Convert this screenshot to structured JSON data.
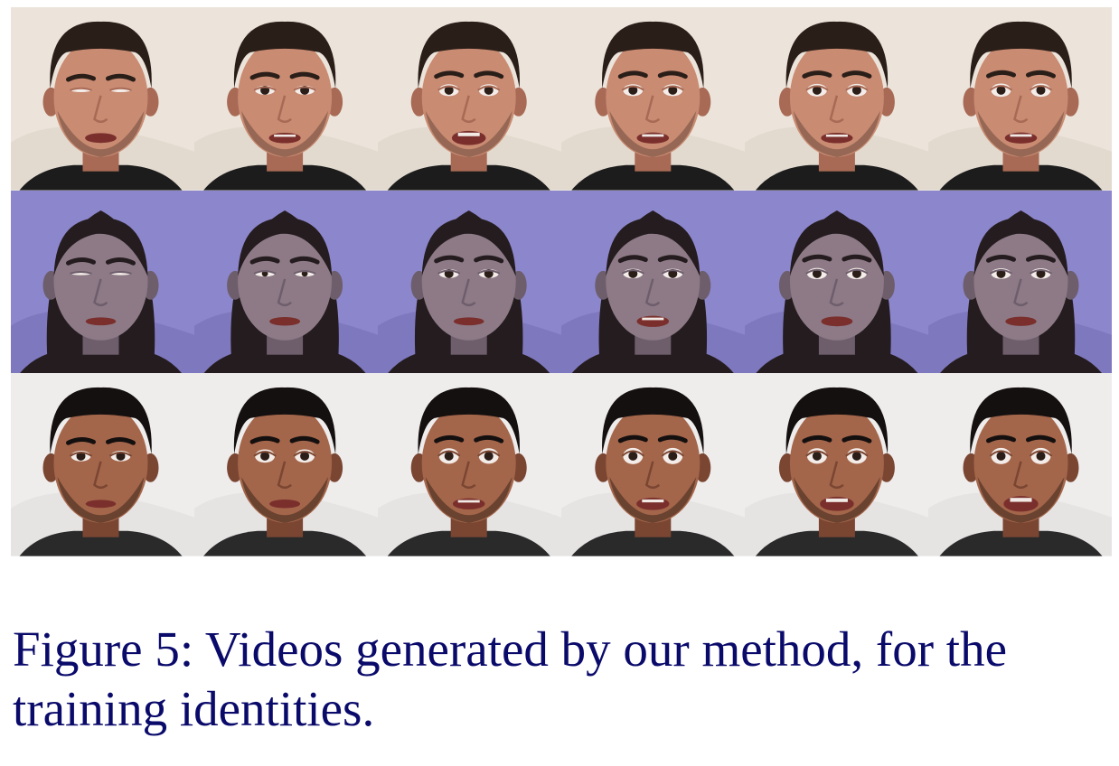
{
  "figure": {
    "rows": [
      {
        "identity": "man-short-hair",
        "background": "#ece4da",
        "background_shadow": "#d8cfc4",
        "skin": "#c98b72",
        "skin_shadow": "#a86a55",
        "hair": "#2a1e19",
        "beard": "#6b4a3c",
        "shirt": "#1c1c1c",
        "frames": [
          {
            "eyes": 0.15,
            "mouth": 0.35
          },
          {
            "eyes": 0.5,
            "mouth": 0.4
          },
          {
            "eyes": 0.7,
            "mouth": 0.7
          },
          {
            "eyes": 0.7,
            "mouth": 0.45
          },
          {
            "eyes": 0.75,
            "mouth": 0.4
          },
          {
            "eyes": 0.8,
            "mouth": 0.45
          }
        ]
      },
      {
        "identity": "woman-long-hair",
        "background": "#8c86cc",
        "background_shadow": "#6f69b0",
        "skin": "#8d7a86",
        "skin_shadow": "#6e5e6c",
        "hair": "#241c1e",
        "beard": "",
        "shirt": "#241c1e",
        "frames": [
          {
            "eyes": 0.1,
            "mouth": 0.2
          },
          {
            "eyes": 0.3,
            "mouth": 0.25
          },
          {
            "eyes": 0.5,
            "mouth": 0.2
          },
          {
            "eyes": 0.55,
            "mouth": 0.45
          },
          {
            "eyes": 0.65,
            "mouth": 0.35
          },
          {
            "eyes": 0.6,
            "mouth": 0.3
          }
        ]
      },
      {
        "identity": "man-wide-eyes",
        "background": "#efecec",
        "background_shadow": "#dedada",
        "skin": "#a4664a",
        "skin_shadow": "#7a4632",
        "hair": "#151010",
        "beard": "#3b241c",
        "shirt": "#2a2a2a",
        "frames": [
          {
            "eyes": 0.6,
            "mouth": 0.2
          },
          {
            "eyes": 0.8,
            "mouth": 0.25
          },
          {
            "eyes": 0.95,
            "mouth": 0.45
          },
          {
            "eyes": 1.0,
            "mouth": 0.55
          },
          {
            "eyes": 0.95,
            "mouth": 0.7
          },
          {
            "eyes": 1.0,
            "mouth": 0.8
          }
        ]
      }
    ]
  },
  "caption": {
    "text": "Figure 5: Videos generated by our method, for the training identities."
  }
}
